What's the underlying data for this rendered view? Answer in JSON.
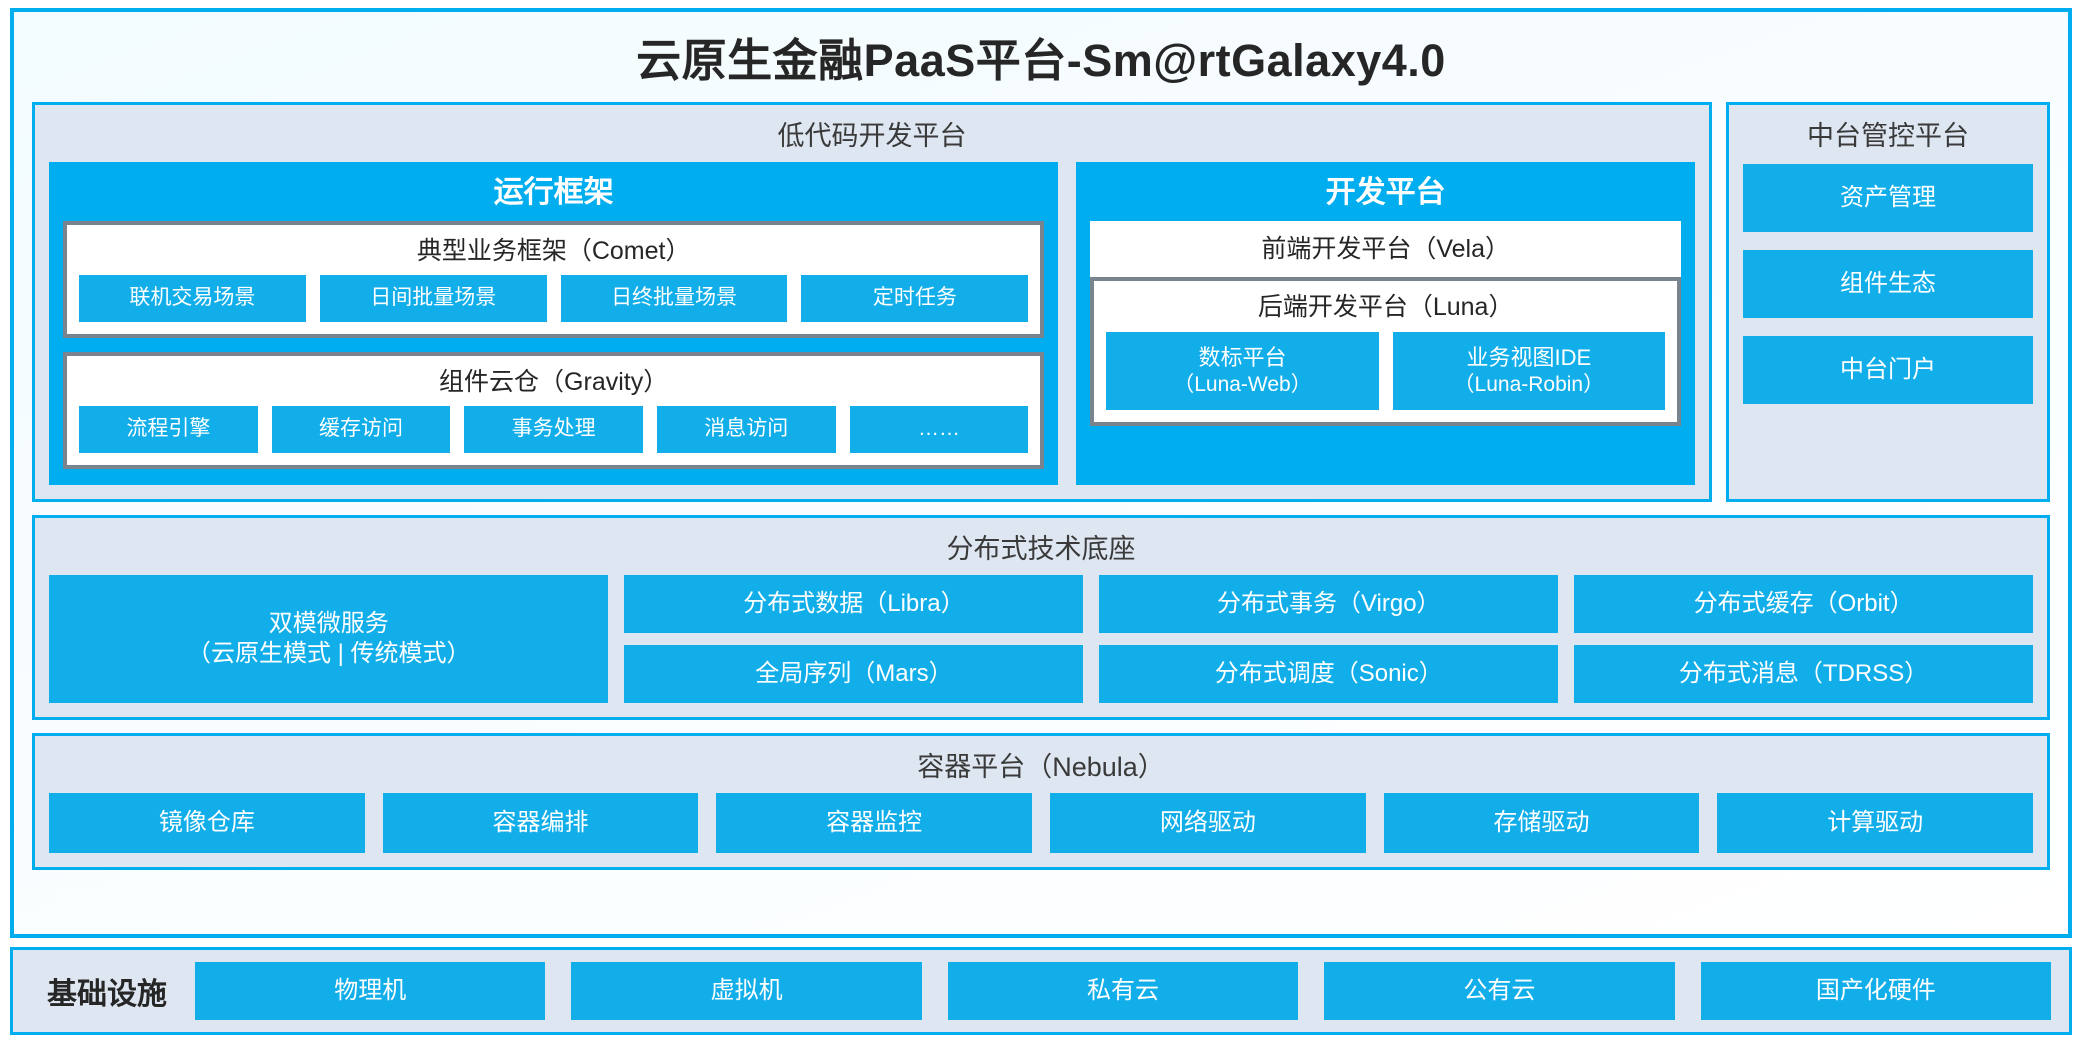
{
  "main_title": "云原生金融PaaS平台-Sm@rtGalaxy4.0",
  "colors": {
    "primary_blue": "#00ADEE",
    "chip_blue": "#12AEEA",
    "panel_bg": "#DDE6F1",
    "box_border_gray": "#7A848F",
    "text_dark": "#262626"
  },
  "lowcode": {
    "title": "低代码开发平台",
    "runtime": {
      "title": "运行框架",
      "comet": {
        "title": "典型业务框架（Comet）",
        "items": [
          "联机交易场景",
          "日间批量场景",
          "日终批量场景",
          "定时任务"
        ]
      },
      "gravity": {
        "title": "组件云仓（Gravity）",
        "items": [
          "流程引擎",
          "缓存访问",
          "事务处理",
          "消息访问",
          "……"
        ]
      }
    },
    "devplat": {
      "title": "开发平台",
      "frontend": "前端开发平台（Vela）",
      "backend": {
        "title": "后端开发平台（Luna）",
        "items": [
          {
            "line1": "数标平台",
            "line2": "（Luna-Web）"
          },
          {
            "line1": "业务视图IDE",
            "line2": "（Luna-Robin）"
          }
        ]
      }
    }
  },
  "midplatform": {
    "title": "中台管控平台",
    "items": [
      "资产管理",
      "组件生态",
      "中台门户"
    ]
  },
  "distributed": {
    "title": "分布式技术底座",
    "dual_mode": {
      "line1": "双模微服务",
      "line2": "（云原生模式 | 传统模式）"
    },
    "columns": [
      [
        "分布式数据（Libra）",
        "全局序列（Mars）"
      ],
      [
        "分布式事务（Virgo）",
        "分布式调度（Sonic）"
      ],
      [
        "分布式缓存（Orbit）",
        "分布式消息（TDRSS）"
      ]
    ]
  },
  "container": {
    "title": "容器平台（Nebula）",
    "items": [
      "镜像仓库",
      "容器编排",
      "容器监控",
      "网络驱动",
      "存储驱动",
      "计算驱动"
    ]
  },
  "infrastructure": {
    "label": "基础设施",
    "items": [
      "物理机",
      "虚拟机",
      "私有云",
      "公有云",
      "国产化硬件"
    ]
  }
}
